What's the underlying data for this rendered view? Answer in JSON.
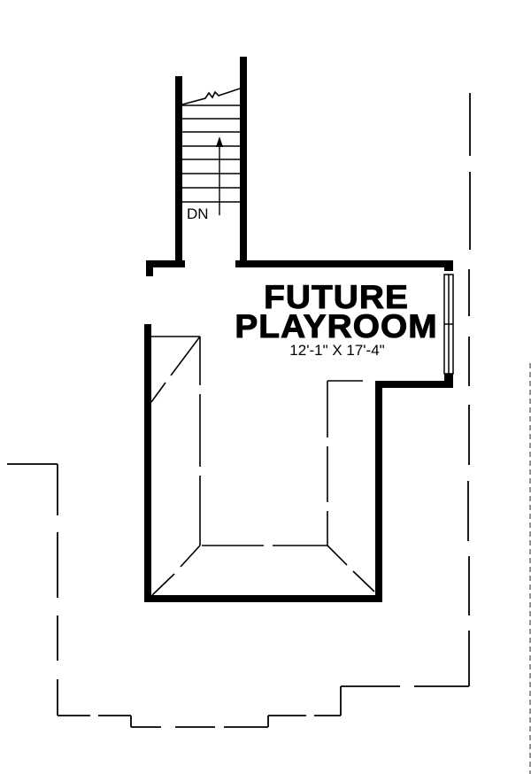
{
  "plan": {
    "room": {
      "name_line1": "FUTURE",
      "name_line2": "PLAYROOM",
      "dimensions": "12'-1\" X 17'-4\""
    },
    "stair": {
      "direction_label": "DN",
      "tread_count": 8
    },
    "colors": {
      "line": "#000000",
      "background": "#ffffff"
    }
  }
}
